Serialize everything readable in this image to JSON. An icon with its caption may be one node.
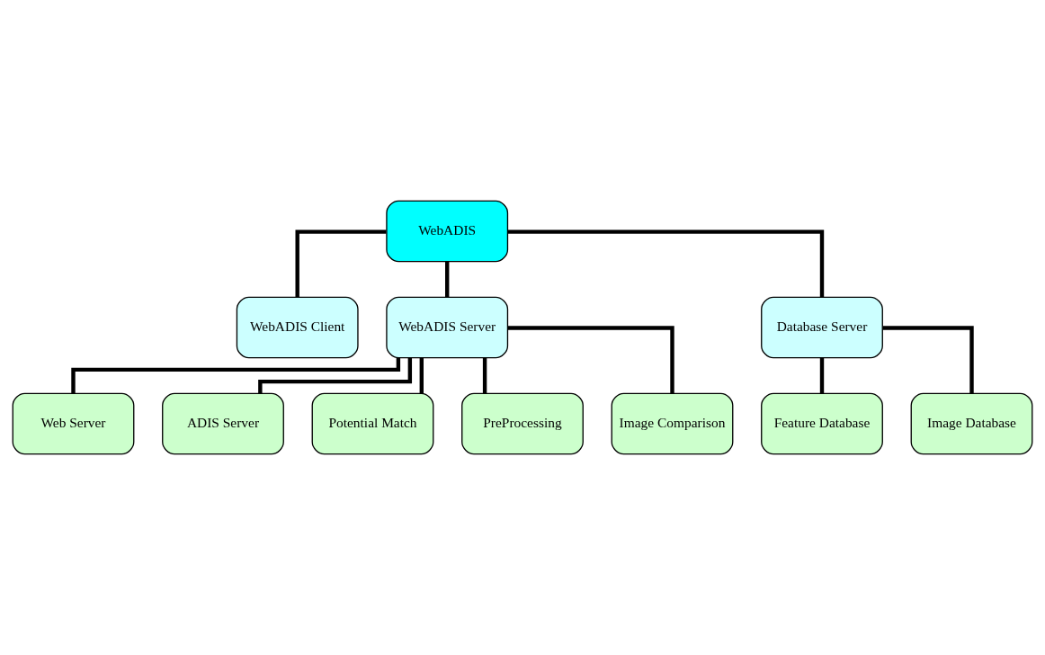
{
  "diagram": {
    "nodes": [
      {
        "text": [
          "WebADIS"
        ]
      },
      {
        "text": [
          "WebADIS Client"
        ]
      },
      {
        "text": [
          "WebADIS Server"
        ]
      },
      {
        "text": [
          "Database Server"
        ]
      },
      {
        "text": [
          "Web Server"
        ]
      },
      {
        "text": [
          "ADIS Server"
        ]
      },
      {
        "text": [
          "Potential Match"
        ]
      },
      {
        "text": [
          "PreProcessing"
        ]
      },
      {
        "text": [
          "Image Comparison"
        ]
      },
      {
        "text": [
          "Feature Database"
        ]
      },
      {
        "text": [
          "Image Database"
        ]
      }
    ],
    "edges": [
      {
        "from": 0,
        "to": 1,
        "arrow": "none"
      },
      {
        "from": 0,
        "to": 2,
        "arrow": "none"
      },
      {
        "from": 0,
        "to": 3,
        "arrow": "none"
      },
      {
        "from": 2,
        "to": 4,
        "arrow": "none"
      },
      {
        "from": 2,
        "to": 5,
        "arrow": "none"
      },
      {
        "from": 2,
        "to": 6,
        "arrow": "none"
      },
      {
        "from": 2,
        "to": 7,
        "arrow": "none"
      },
      {
        "from": 2,
        "to": 8,
        "arrow": "none"
      },
      {
        "from": 3,
        "to": 9,
        "arrow": "none"
      },
      {
        "from": 3,
        "to": 10,
        "arrow": "none"
      }
    ]
  }
}
